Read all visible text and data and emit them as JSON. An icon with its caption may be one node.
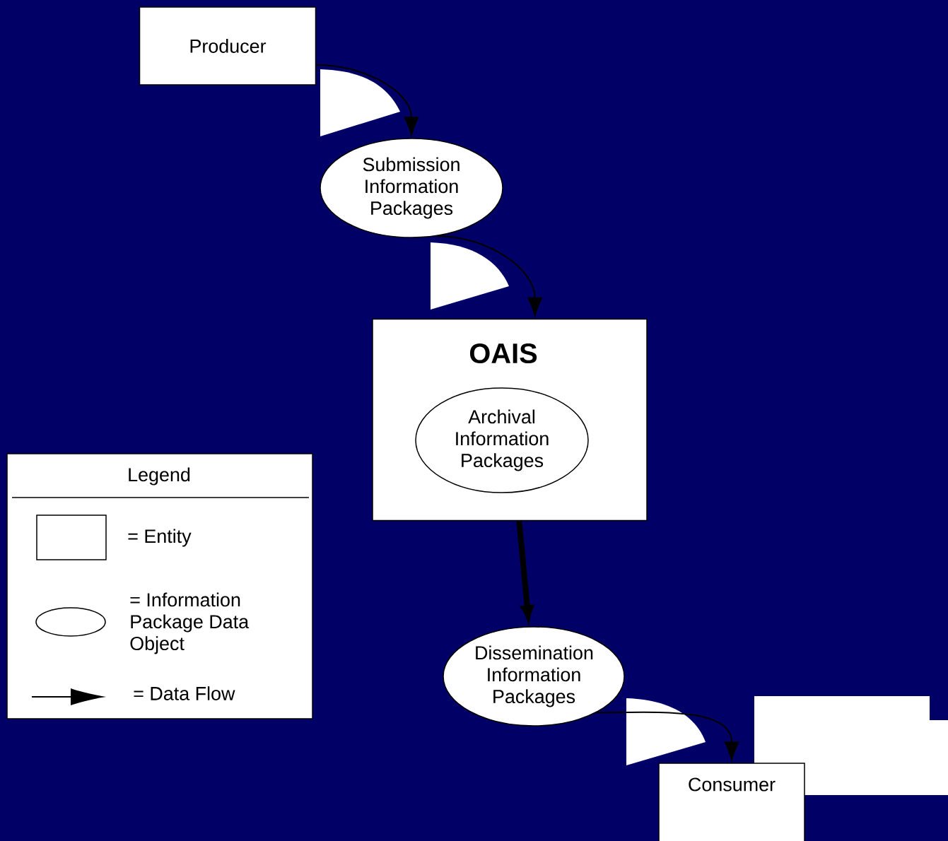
{
  "diagram": {
    "nodes": [
      {
        "text": [
          "Producer"
        ]
      },
      {
        "text": [
          "Submission Information Packages"
        ]
      },
      {
        "text": [
          "OAIS"
        ]
      },
      {
        "text": [
          "Archival Information Packages"
        ],
        "in": 2
      },
      {
        "text": [
          "Dissemination Information Packages"
        ]
      },
      {
        "text": [
          "Consumer"
        ]
      }
    ],
    "edges": [
      {
        "from": 0,
        "to": 1,
        "arrow": "to"
      },
      {
        "from": 1,
        "to": 2,
        "arrow": "to"
      },
      {
        "from": 2,
        "to": 4,
        "arrow": "to",
        "style": "thick"
      },
      {
        "from": 4,
        "to": 5,
        "arrow": "to"
      }
    ],
    "labels": [
      "Legend"
    ],
    "legend": [
      {
        "text": "= Entity"
      },
      {
        "text": "= Information Package Data Object"
      },
      {
        "text": "= Data Flow"
      }
    ]
  }
}
